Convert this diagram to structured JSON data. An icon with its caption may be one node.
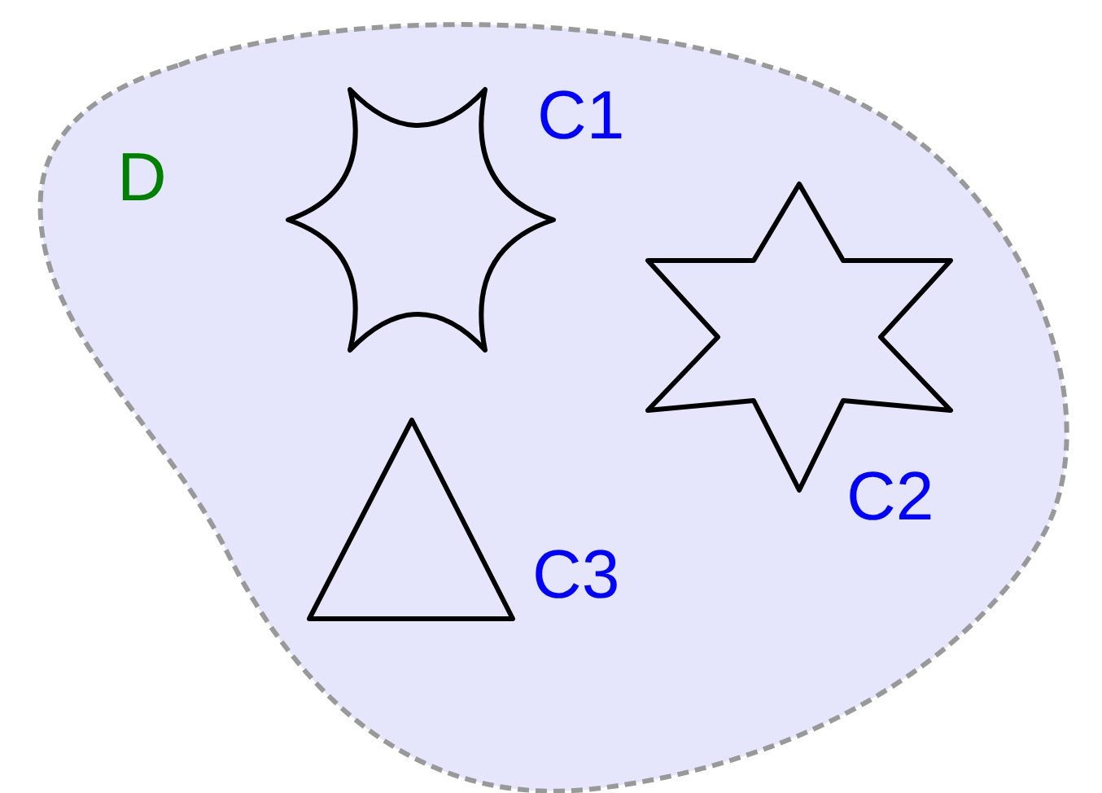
{
  "diagram": {
    "nodes": [
      {
        "text": [
          "D"
        ]
      },
      {
        "text": [],
        "shape": "hexagon",
        "beside": [
          "C1"
        ],
        "in": 0
      },
      {
        "text": [],
        "shape": "star",
        "beside": [
          "C2"
        ],
        "in": 0
      },
      {
        "text": [],
        "shape": "triangle",
        "beside": [
          "C3"
        ],
        "in": 0
      }
    ]
  }
}
